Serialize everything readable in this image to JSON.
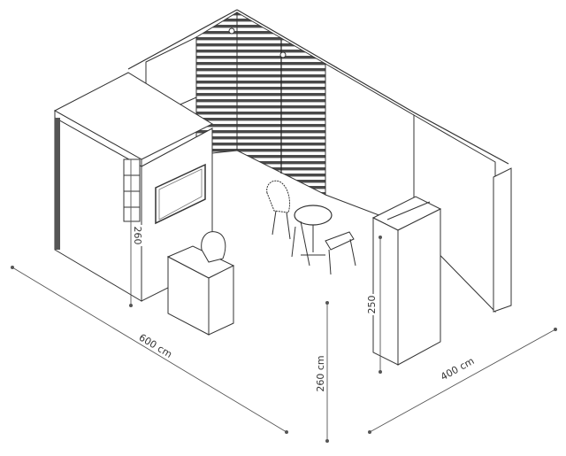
{
  "dimensions": {
    "width_label": "600 cm",
    "depth_label": "400 cm",
    "height_label": "260 cm",
    "storage_height_label": "260",
    "tower_height_label": "250"
  }
}
